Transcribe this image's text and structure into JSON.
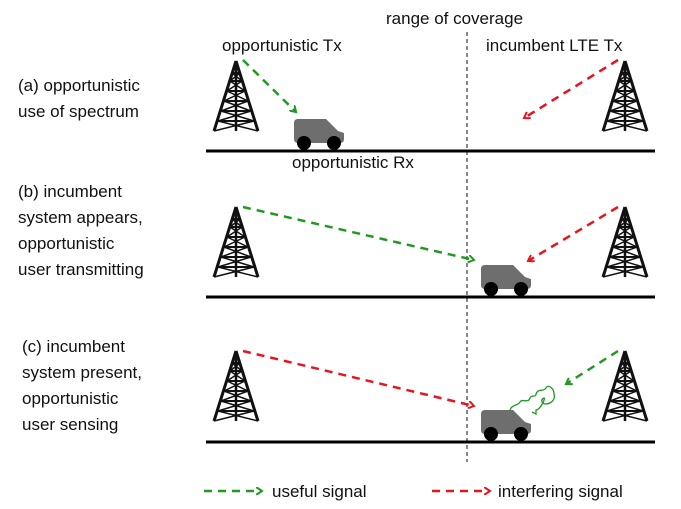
{
  "labels": {
    "range_of_coverage": "range of coverage",
    "opportunistic_tx": "opportunistic Tx",
    "incumbent_lte_tx": "incumbent LTE Tx",
    "opportunistic_rx": "opportunistic Rx"
  },
  "scenarios": [
    {
      "lines": [
        "(a) opportunistic",
        "use of spectrum"
      ]
    },
    {
      "lines": [
        "(b) incumbent",
        "system appears,",
        "opportunistic",
        "user transmitting"
      ]
    },
    {
      "lines": [
        "(c) incumbent",
        "system present,",
        "opportunistic",
        "user sensing"
      ]
    }
  ],
  "legend": {
    "useful": "useful signal",
    "interfering": "interfering signal"
  },
  "colors": {
    "useful": "#1f9a1f",
    "interfering": "#e8141c",
    "vehicle": "#6e6e6e",
    "ground": "#000000",
    "divider": "#888888"
  }
}
